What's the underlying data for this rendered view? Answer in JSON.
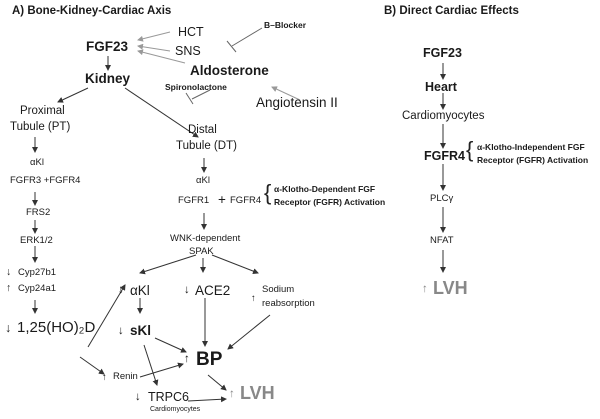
{
  "panelA": {
    "title": "A)  Bone-Kidney-Cardiac Axis",
    "hct": "HCT",
    "b_blocker": "B–Blocker",
    "fgf23": "FGF23",
    "sns": "SNS",
    "kidney": "Kidney",
    "aldosterone": "Aldosterone",
    "spironolactone": "Spironolactone",
    "angiotensin": "Angiotensin II",
    "pt_label_1": "Proximal",
    "pt_label_2": "Tubule (PT)",
    "dt_label_1": "Distal",
    "dt_label_2": "Tubule (DT)",
    "pt_aKl": "αKl",
    "pt_fgfr": "FGFR3 +FGFR4",
    "frs2": "FRS2",
    "erk": "ERK1/2",
    "cyp27b1": "Cyp27b1",
    "cyp24a1": "Cyp24a1",
    "vitd": "1,25(HO)₂D",
    "dt_aKl": "αKl",
    "dt_fgfr1": "FGFR1",
    "plus": "+",
    "dt_fgfr4": "FGFR4",
    "klotho_dep_1": "α-Klotho-Dependent FGF",
    "klotho_dep_2": "Receptor (FGFR) Activation",
    "wnk_1": "WNK-dependent",
    "wnk_2": "SPAK",
    "aKl2": "αKl",
    "ace2": "ACE2",
    "sodium_1": "Sodium",
    "sodium_2": "reabsorption",
    "skl": "sKl",
    "renin": "Renin",
    "bp": "BP",
    "trpc6": "TRPC6",
    "cardiomyocytes": "Cardiomyocytes",
    "lvh": "LVH"
  },
  "panelB": {
    "title": "B)   Direct Cardiac Effects",
    "fgf23": "FGF23",
    "heart": "Heart",
    "cardiomyocytes": "Cardiomyocytes",
    "fgfr4": "FGFR4",
    "klotho_ind_1": "α-Klotho-Independent FGF",
    "klotho_ind_2": "Receptor (FGFR) Activation",
    "plc": "PLCγ",
    "nfat": "NFAT",
    "lvh": "LVH"
  },
  "symbols": {
    "up": "↑",
    "down": "↓",
    "brace": "{"
  }
}
